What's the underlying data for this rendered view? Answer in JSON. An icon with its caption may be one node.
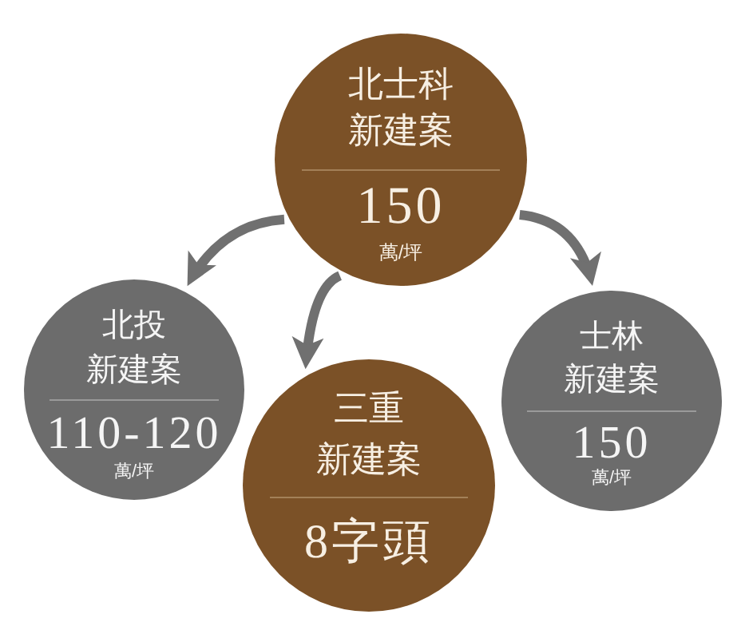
{
  "diagram": {
    "nodes": [
      {
        "text": [
          "北士科",
          "新建案",
          "150",
          "萬/坪"
        ]
      },
      {
        "text": [
          "北投",
          "新建案",
          "110-120",
          "萬/坪"
        ]
      },
      {
        "text": [
          "士林",
          "新建案",
          "150",
          "萬/坪"
        ]
      },
      {
        "text": [
          "三重",
          "新建案",
          "8字頭"
        ]
      }
    ],
    "edges": [
      {
        "from": 0,
        "to": 1,
        "arrow": "to"
      },
      {
        "from": 0,
        "to": 2,
        "arrow": "to"
      },
      {
        "from": 0,
        "to": 3,
        "arrow": "to"
      }
    ]
  }
}
